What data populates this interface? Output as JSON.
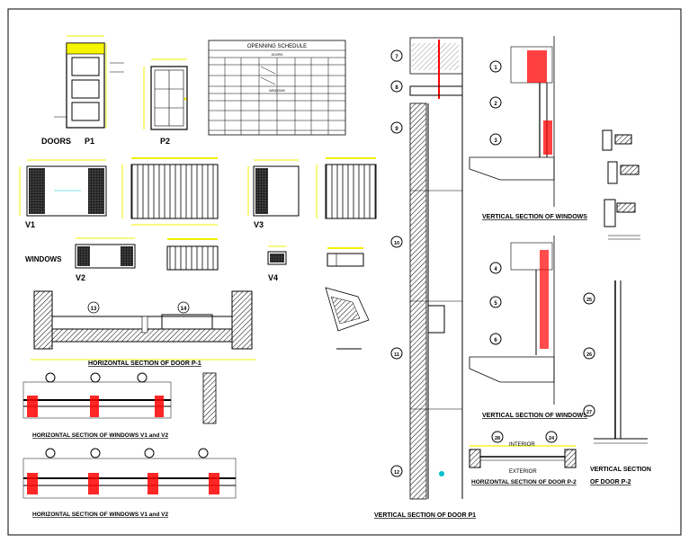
{
  "schedule": {
    "title": "OPENNING SCHEDULE",
    "doors_heading": "DOORS",
    "windows_heading": "WINDOWS"
  },
  "titles": {
    "doors": "DOORS",
    "door_p1_tag": "P1",
    "door_p2_tag": "P2",
    "windows": "WINDOWS",
    "v1": "V1",
    "v2": "V2",
    "v3": "V3",
    "v4": "V4",
    "hsec_door_p1": "HORIZONTAL SECTION OF DOOR P-1",
    "hsec_windows_a": "HORIZONTAL SECTION OF WINDOWS V1 and V2",
    "hsec_windows_b": "HORIZONTAL SECTION OF WINDOWS V1 and V2",
    "vsec_door_p1": "VERTICAL SECTION OF DOOR P1",
    "vsec_windows_a": "VERTICAL SECTION OF WINDOWS",
    "vsec_windows_b": "VERTICAL SECTION OF WINDOWS",
    "hsec_door_p2": "HORIZONTAL SECTION OF DOOR P-2",
    "vsec_door_p2_line1": "VERTICAL SECTION",
    "vsec_door_p2_line2": "OF DOOR P-2",
    "interior": "INTERIOR",
    "exterior": "EXTERIOR"
  },
  "callouts": {
    "c7": "7",
    "c8": "8",
    "c9": "9",
    "c10": "10",
    "c11": "11",
    "c12": "12",
    "c1": "1",
    "c2": "2",
    "c3": "3",
    "c4": "4",
    "c5": "5",
    "c6": "6",
    "c13": "13",
    "c14": "14",
    "c24": "24",
    "c25": "25",
    "c26": "26",
    "c27": "27",
    "c28": "28"
  },
  "colors": {
    "ink": "#000000",
    "dimension": "#f0f000",
    "callout": "#00c0d0",
    "accent": "#ff0000",
    "paper": "#ffffff"
  }
}
